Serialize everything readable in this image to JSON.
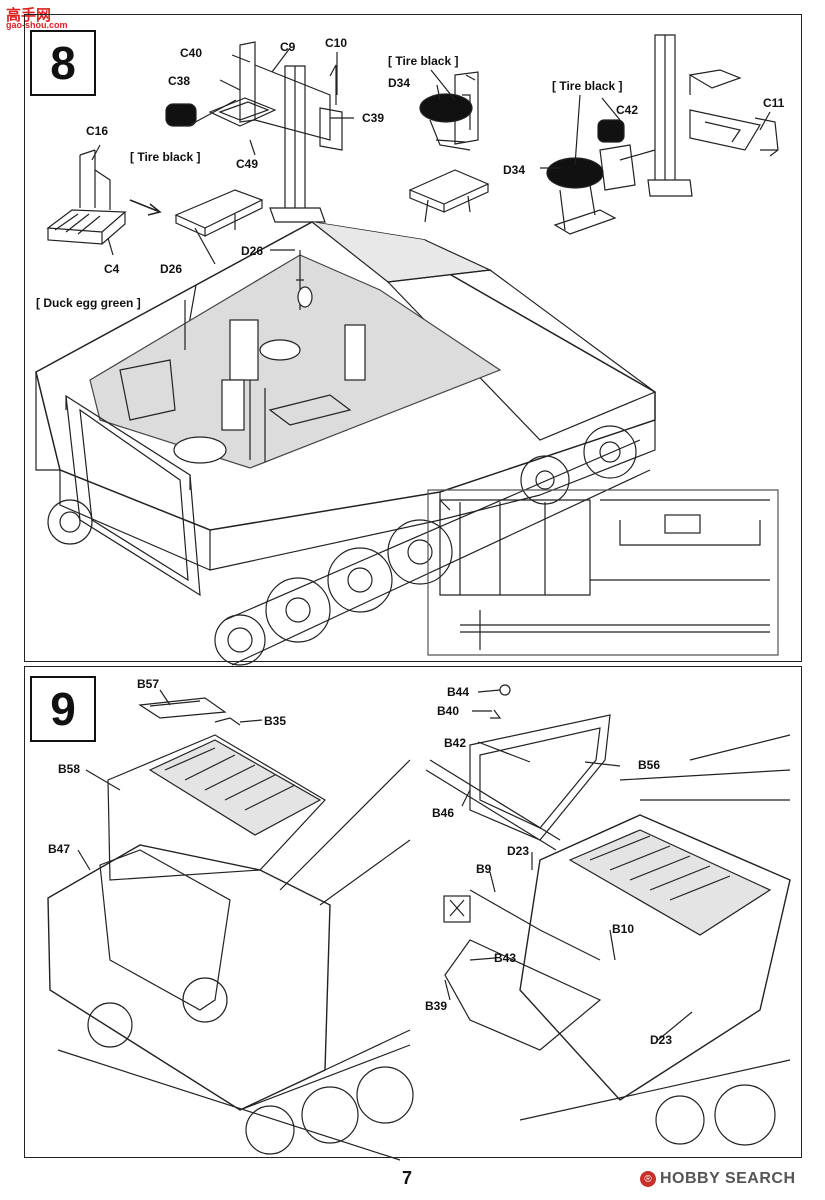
{
  "watermark": {
    "site_cn": "高手网",
    "site_url": "gao-shou.com"
  },
  "step8": {
    "number": "8",
    "labels": {
      "C40": "C40",
      "C9": "C9",
      "C10": "C10",
      "C38": "C38",
      "C39": "C39",
      "C49": "C49",
      "C16": "C16",
      "C4": "C4",
      "D26a": "D26",
      "D26b": "D26",
      "D34a": "D34",
      "D34b": "D34",
      "C42": "C42",
      "C11": "C11"
    },
    "notes": {
      "tire_black_1": "[ Tire black ]",
      "tire_black_2": "[ Tire black ]",
      "tire_black_3": "[ Tire black ]",
      "duck_egg": "[ Duck egg green ]"
    }
  },
  "step9": {
    "number": "9",
    "labels": {
      "B57": "B57",
      "B35": "B35",
      "B58": "B58",
      "B47": "B47",
      "B44": "B44",
      "B40": "B40",
      "B42": "B42",
      "B56": "B56",
      "B46": "B46",
      "D23a": "D23",
      "B9": "B9",
      "B10": "B10",
      "B43": "B43",
      "B39": "B39",
      "D23b": "D23"
    }
  },
  "footer": {
    "page_number": "7",
    "brand": "HOBBY SEARCH",
    "brand_mark": "®"
  }
}
